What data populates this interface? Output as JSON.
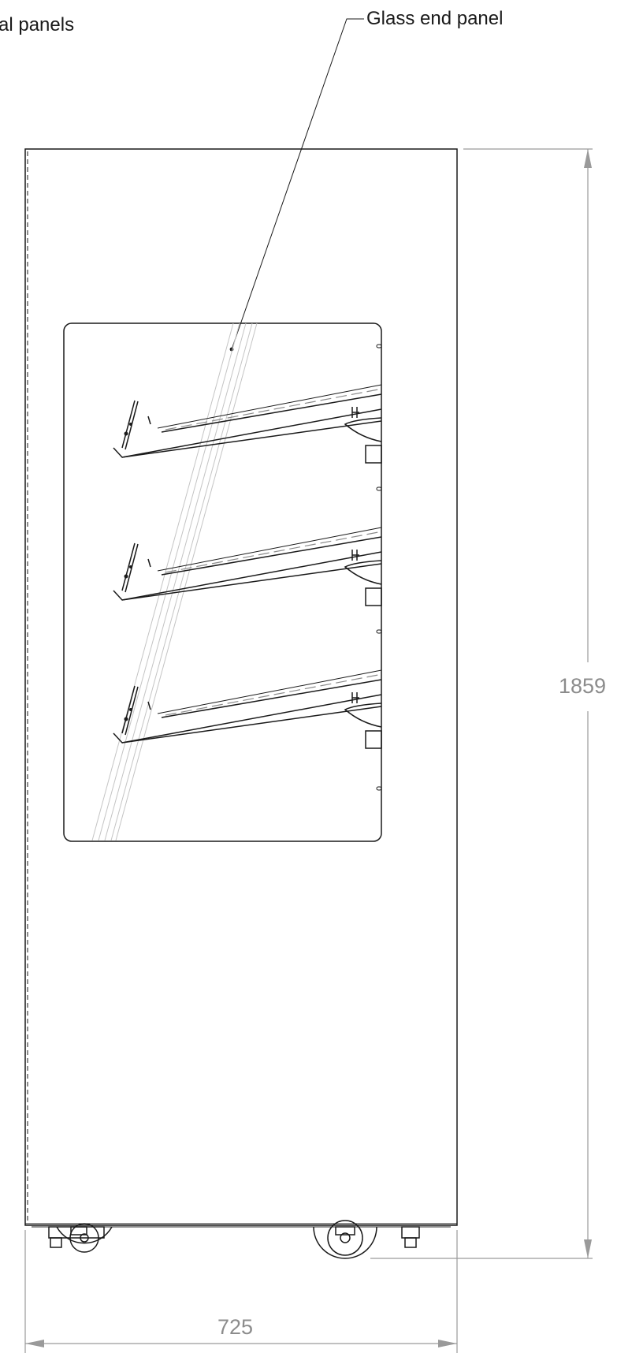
{
  "labels": {
    "left_partial": "al panels",
    "glass_end_panel": "Glass end panel"
  },
  "dimensions": {
    "height": "1859",
    "width": "725"
  },
  "colors": {
    "ink": "#1a1a1a",
    "dimension": "#8c8c8c",
    "glass_hatch": "#c4c4c4"
  }
}
